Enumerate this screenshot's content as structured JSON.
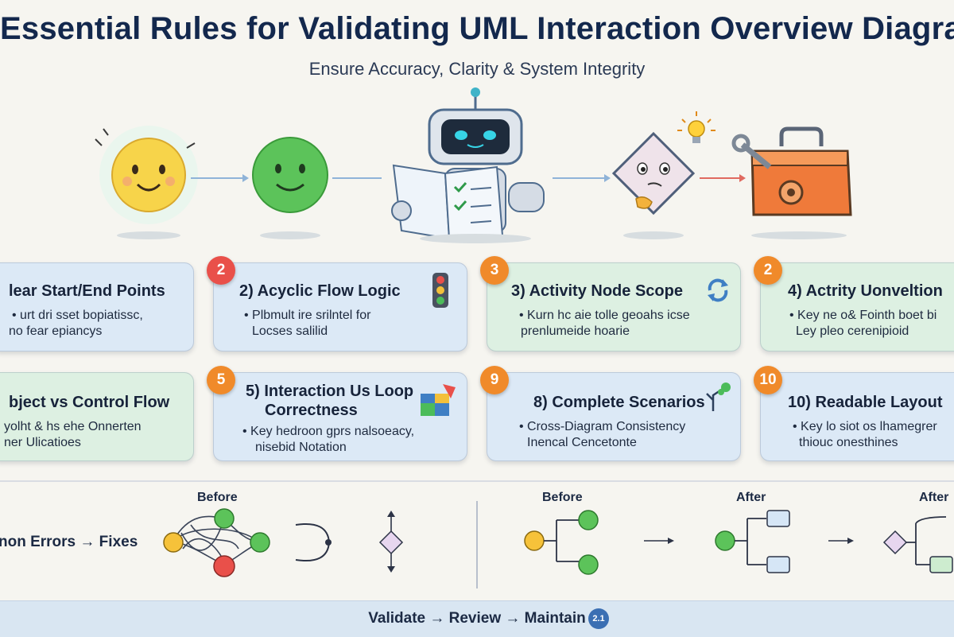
{
  "header": {
    "title": "Essential Rules for Validating UML Interaction Overview Diagram",
    "subtitle": "Ensure Accuracy, Clarity & System Integrity"
  },
  "illustrations": [
    {
      "name": "happy-face-icon"
    },
    {
      "name": "smiley-icon"
    },
    {
      "name": "robot-checklist-icon"
    },
    {
      "name": "thinking-diamond-icon"
    },
    {
      "name": "toolbox-icon"
    }
  ],
  "cards": [
    {
      "badge": "",
      "title": "lear Start/End Points",
      "body": [
        "• urt dri sset bopiatissc,",
        "no fear epiancys"
      ],
      "color": "blue"
    },
    {
      "badge": "2",
      "title": "2) Acyclic Flow Logic",
      "body": [
        "• Plbmult ire srilntel for",
        "Locses salilid"
      ],
      "color": "blue"
    },
    {
      "badge": "3",
      "title": "3) Activity Node Scope",
      "body": [
        "• Kurn hc aie tolle geoahs icse",
        "prenlumeide hoarie"
      ],
      "color": "green"
    },
    {
      "badge": "2",
      "title": "4) Actrity Uonveltion",
      "body": [
        "• Key ne o& Fointh boet bi",
        "Ley pleo cerenipioid"
      ],
      "color": "green"
    },
    {
      "badge": "",
      "title": "bject vs Control Flow",
      "body": [
        "yolht & hs ehe Onnerten",
        "ner Ulicatioes"
      ],
      "color": "green"
    },
    {
      "badge": "5",
      "title": "5) Interaction Us Loop",
      "title2": "Correctness",
      "body": [
        "• Key hedroon gprs nalsoeacy,",
        "nisebid Notation"
      ],
      "color": "blue"
    },
    {
      "badge": "9",
      "title": "8) Complete Scenarios",
      "body": [
        "• Cross-Diagram Consistency",
        "Inencal Cencetonte"
      ],
      "color": "blue"
    },
    {
      "badge": "10",
      "title": "10) Readable Layout",
      "body": [
        "• Key lo siot os lhamegrer",
        "thiouc onesthines"
      ],
      "color": "blue"
    }
  ],
  "errors_section": {
    "label": "non Errors → Fixes",
    "before_1": "Before",
    "before_2": "Before",
    "after_1": "After",
    "after_2": "After"
  },
  "footer": {
    "text": "Validate → Review → Maintain",
    "badge": "2.1"
  }
}
